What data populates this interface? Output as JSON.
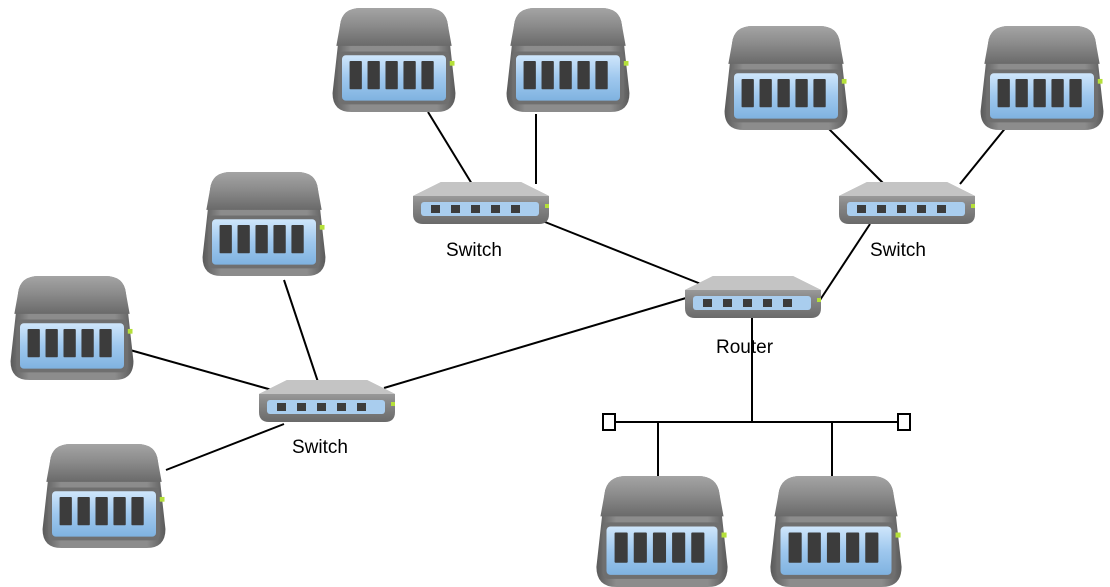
{
  "labels": {
    "switch_top": "Switch",
    "switch_right": "Switch",
    "switch_left": "Switch",
    "router": "Router"
  },
  "icons": {
    "server": "server-icon",
    "switch": "switch-icon",
    "router": "router-icon",
    "terminator": "terminator-icon"
  },
  "colors": {
    "device_body": "#8a8a8a",
    "device_dark": "#5f5f5f",
    "port_panel": "#9fc8ee",
    "port": "#3c3c3c",
    "led": "#b5e03a",
    "link": "#000000"
  },
  "topology": {
    "devices": [
      {
        "id": "router",
        "type": "router",
        "label_key": "router"
      },
      {
        "id": "switch-top",
        "type": "switch",
        "label_key": "switch_top"
      },
      {
        "id": "switch-right",
        "type": "switch",
        "label_key": "switch_right"
      },
      {
        "id": "switch-left",
        "type": "switch",
        "label_key": "switch_left"
      },
      {
        "id": "server-1",
        "type": "server"
      },
      {
        "id": "server-2",
        "type": "server"
      },
      {
        "id": "server-3",
        "type": "server"
      },
      {
        "id": "server-4",
        "type": "server"
      },
      {
        "id": "server-5",
        "type": "server"
      },
      {
        "id": "server-6",
        "type": "server"
      },
      {
        "id": "server-7",
        "type": "server"
      },
      {
        "id": "server-8",
        "type": "server"
      },
      {
        "id": "server-9",
        "type": "server"
      }
    ],
    "links": [
      [
        "server-1",
        "switch-top"
      ],
      [
        "server-2",
        "switch-top"
      ],
      [
        "server-3",
        "switch-right"
      ],
      [
        "server-4",
        "switch-right"
      ],
      [
        "server-5",
        "switch-left"
      ],
      [
        "server-6",
        "switch-left"
      ],
      [
        "server-7",
        "switch-left"
      ],
      [
        "switch-top",
        "router"
      ],
      [
        "switch-right",
        "router"
      ],
      [
        "switch-left",
        "router"
      ],
      [
        "router",
        "bus"
      ],
      [
        "bus",
        "server-8"
      ],
      [
        "bus",
        "server-9"
      ]
    ]
  }
}
